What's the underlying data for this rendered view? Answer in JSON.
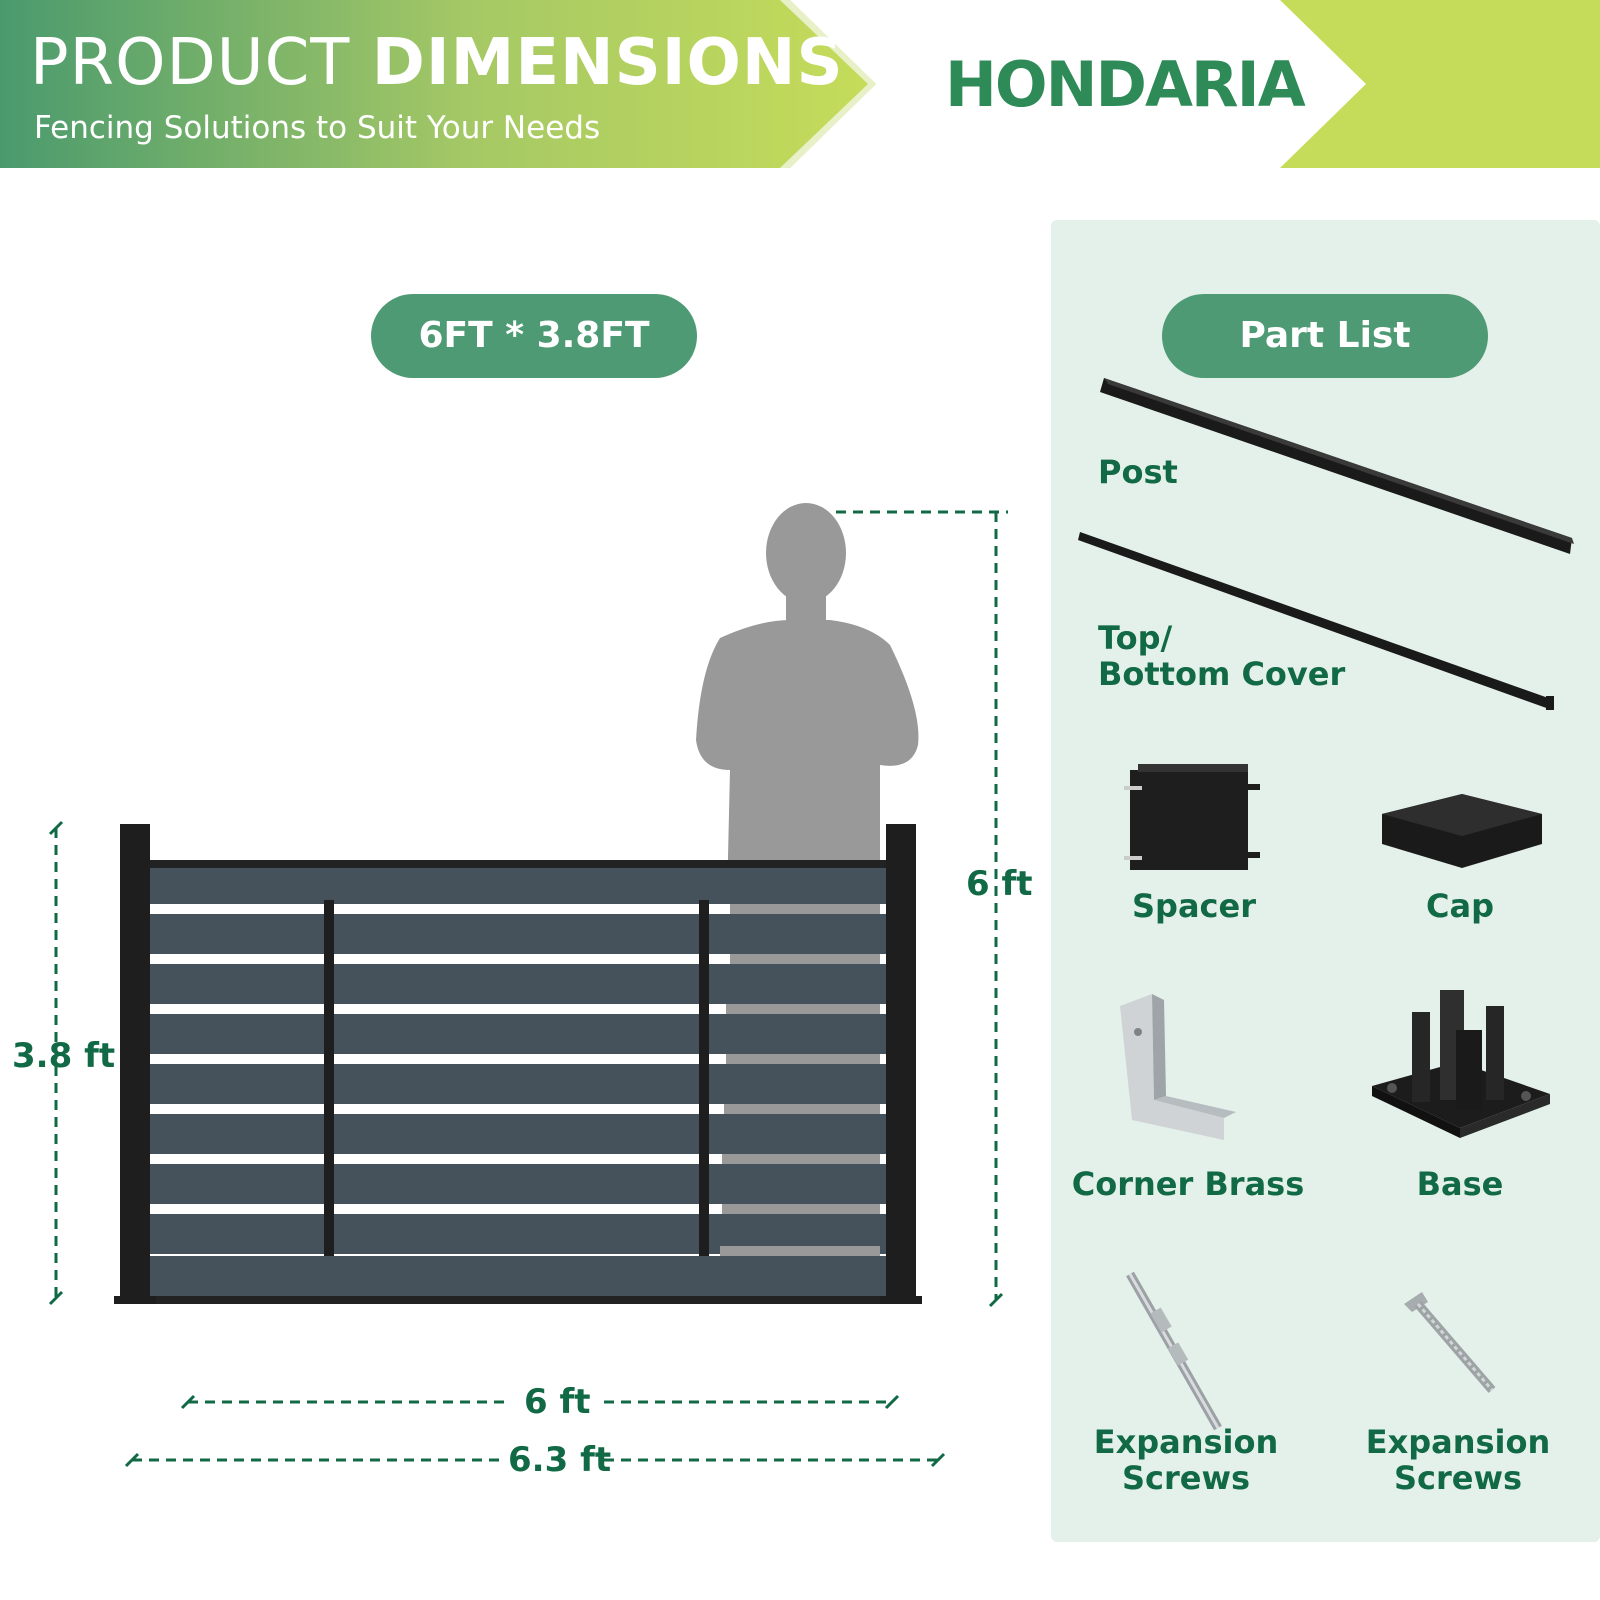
{
  "header": {
    "title_light": "PRODUCT",
    "title_bold": "DIMENSIONS",
    "subtitle": "Fencing Solutions to Suit Your Needs",
    "brand": "HONDARIA"
  },
  "dimensions": {
    "size_badge": "6FT * 3.8FT",
    "fence_height": "3.8 ft",
    "person_height": "6 ft",
    "panel_width": "6 ft",
    "overall_width": "6.3 ft"
  },
  "parts": {
    "heading": "Part List",
    "post": "Post",
    "cover_line1": "Top/",
    "cover_line2": "Bottom Cover",
    "spacer": "Spacer",
    "cap": "Cap",
    "corner_brass": "Corner Brass",
    "base": "Base",
    "expansion_screws_a_line1": "Expansion",
    "expansion_screws_a_line2": "Screws",
    "expansion_screws_b_line1": "Expansion",
    "expansion_screws_b_line2": "Screws"
  },
  "colors": {
    "brand_green": "#4e9a74",
    "text_green": "#116a45",
    "banner_lime": "#c5dc5a",
    "panel_bg": "#e4f0ea",
    "fence_slat": "#45515b",
    "person": "#999999"
  }
}
